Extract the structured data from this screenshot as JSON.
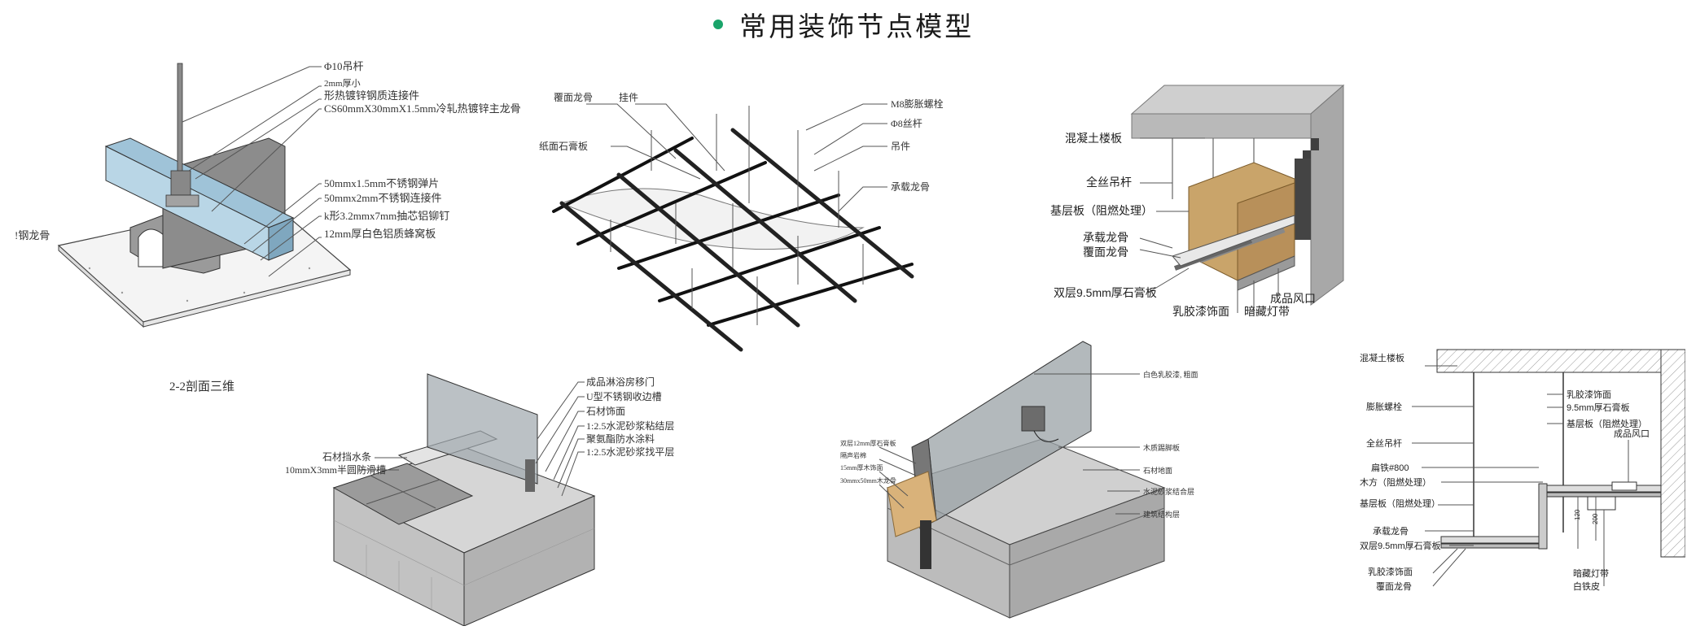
{
  "title": "常用装饰节点模型",
  "colors": {
    "accent": "#1aa46a"
  },
  "panels": {
    "steel_keel": {
      "labels": [
        "Φ10吊杆",
        "2mm厚小",
        "形热镀锌钢质连接件",
        "CS60mmX30mmX1.5mm冷轧热镀锌主龙骨",
        "50mmx1.5mm不锈钢弹片",
        "50mmx2mm不锈钢连接件",
        "k形3.2mmx7mm抽芯铝铆钉",
        "12mm厚白色铝质蜂窝板"
      ],
      "edge_label": "!钢龙骨",
      "caption": "2-2剖面三维"
    },
    "grid_ceiling": {
      "labels": [
        "覆面龙骨",
        "挂件",
        "M8膨胀螺栓",
        "纸面石膏板",
        "Φ8丝杆",
        "吊件",
        "承载龙骨"
      ]
    },
    "light_trough": {
      "labels": [
        "混凝土楼板",
        "全丝吊杆",
        "基层板（阻燃处理）",
        "承载龙骨",
        "覆面龙骨",
        "双层9.5mm厚石膏板",
        "乳胶漆饰面",
        "暗藏灯带",
        "成品风口"
      ]
    },
    "shower_door": {
      "labels": [
        "成品淋浴房移门",
        "U型不锈钢收边槽",
        "石材饰面",
        "1:2.5水泥砂浆粘结层",
        "聚氨酯防水涂料",
        "1:2.5水泥砂浆找平层",
        "石材挡水条",
        "10mmX3mm半圆防滑槽"
      ]
    },
    "wall_panel": {
      "left_labels": [
        "双层12mm厚石膏板",
        "隔声岩棉",
        "15mm厚木饰面",
        "30mmx50mm木龙骨"
      ],
      "right_labels": [
        "白色乳胶漆, 粗面",
        "木质踢脚板",
        "石材地面",
        "水泥砂浆结合层",
        "建筑结构层"
      ]
    },
    "section_detail": {
      "labels": [
        "混凝土楼板",
        "膨胀螺栓",
        "全丝吊杆",
        "扁铁#800",
        "木方（阻燃处理）",
        "基层板（阻燃处理）",
        "承载龙骨",
        "双层9.5mm厚石膏板",
        "乳胶漆饰面",
        "覆面龙骨",
        "乳胶漆饰面",
        "9.5mm厚石膏板",
        "基层板（阻燃处理）",
        "成品风口",
        "暗藏灯带",
        "白铁皮"
      ],
      "dims": [
        "120",
        "200"
      ]
    }
  }
}
